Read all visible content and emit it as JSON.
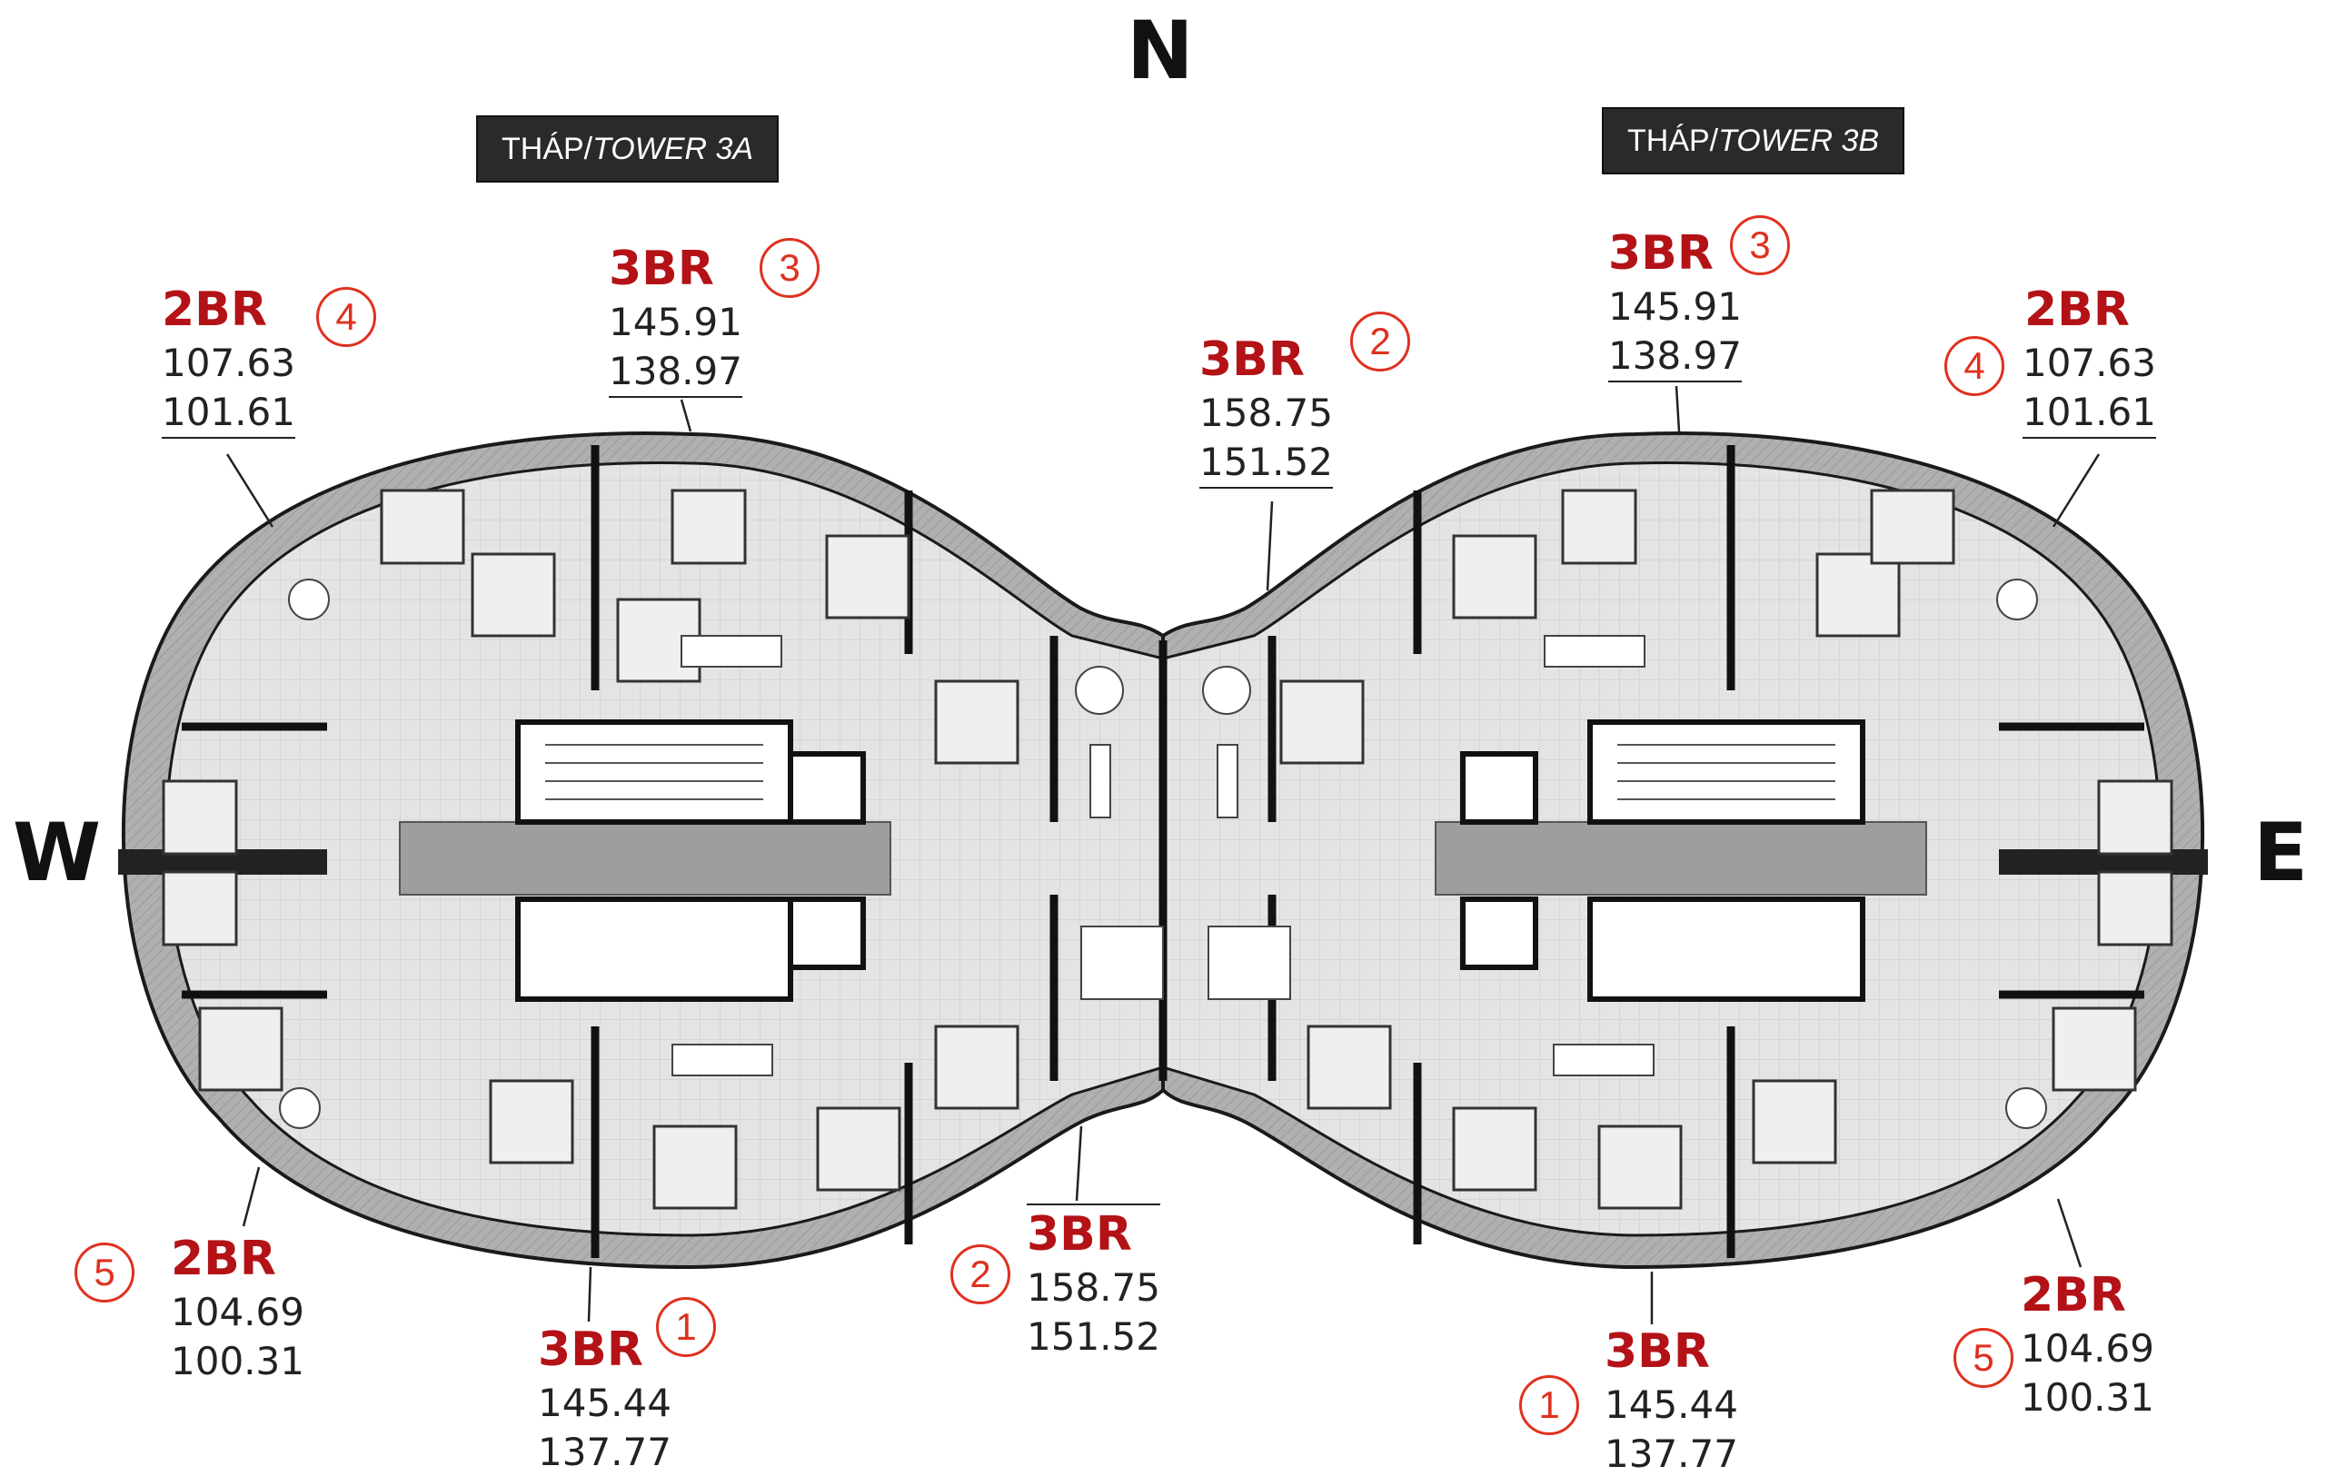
{
  "compass": {
    "north": "N",
    "south_hidden": "",
    "west": "W",
    "east": "E"
  },
  "towers": [
    {
      "prefix": "THÁP/",
      "name": "TOWER 3A"
    },
    {
      "prefix": "THÁP/",
      "name": "TOWER 3B"
    }
  ],
  "units": {
    "a4": {
      "type": "2BR",
      "num": "4",
      "gross": "107.63",
      "net": "101.61"
    },
    "a3": {
      "type": "3BR",
      "num": "3",
      "gross": "145.91",
      "net": "138.97"
    },
    "c2": {
      "type": "3BR",
      "num": "2",
      "gross": "158.75",
      "net": "151.52"
    },
    "b3": {
      "type": "3BR",
      "num": "3",
      "gross": "145.91",
      "net": "138.97"
    },
    "b4": {
      "type": "2BR",
      "num": "4",
      "gross": "107.63",
      "net": "101.61"
    },
    "a5": {
      "type": "2BR",
      "num": "5",
      "gross": "104.69",
      "net": "100.31"
    },
    "a1": {
      "type": "3BR",
      "num": "1",
      "gross": "145.44",
      "net": "137.77"
    },
    "s2": {
      "type": "3BR",
      "num": "2",
      "gross": "158.75",
      "net": "151.52"
    },
    "b1": {
      "type": "3BR",
      "num": "1",
      "gross": "145.44",
      "net": "137.77"
    },
    "b5": {
      "type": "2BR",
      "num": "5",
      "gross": "104.69",
      "net": "100.31"
    }
  },
  "colors": {
    "unit_type": "#b31217",
    "badge": "#e0311f",
    "wall": "#1a1a1a",
    "floor": "#d9d9d9",
    "balcony": "#a7a7a7"
  }
}
